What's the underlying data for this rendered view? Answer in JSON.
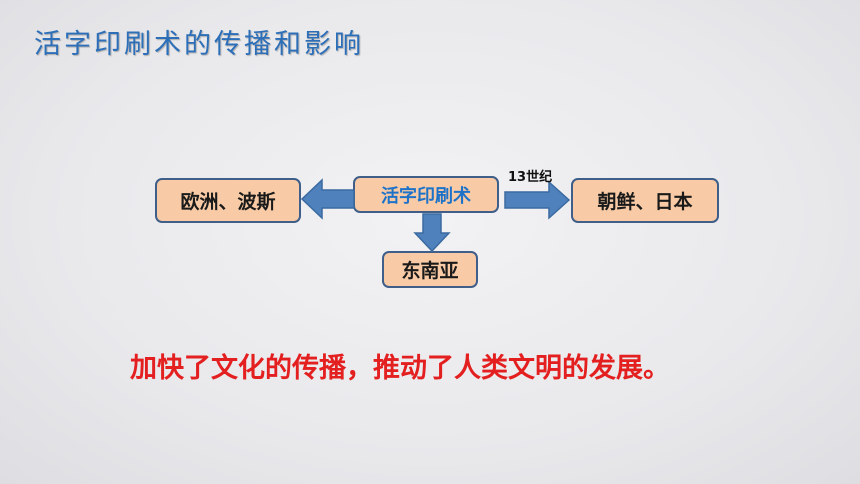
{
  "title": "活字印刷术的传播和影响",
  "diagram": {
    "center": "活字印刷术",
    "left": "欧洲、波斯",
    "right": "朝鲜、日本",
    "bottom": "东南亚",
    "right_arrow_label": "13世纪"
  },
  "conclusion": "加快了文化的传播，推动了人类文明的发展。",
  "colors": {
    "title": "#2c6fb8",
    "box_fill": "#f8cba6",
    "box_border": "#3f5f8a",
    "center_text": "#1e73c8",
    "arrow_fill": "#4f81bd",
    "arrow_stroke": "#3a6aa0",
    "conclusion_text": "#e41f1f"
  }
}
